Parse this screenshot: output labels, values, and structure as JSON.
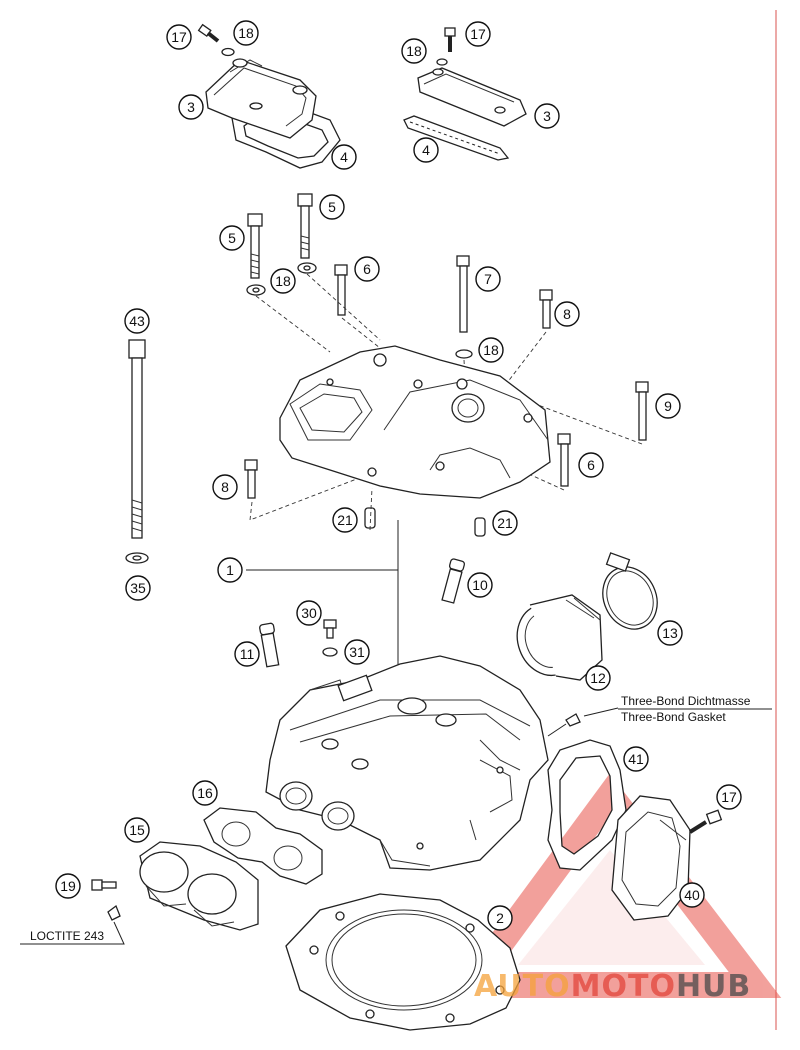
{
  "diagram": {
    "callouts": [
      {
        "id": "c17a",
        "label": "17"
      },
      {
        "id": "c18a",
        "label": "18"
      },
      {
        "id": "c3a",
        "label": "3"
      },
      {
        "id": "c4a",
        "label": "4"
      },
      {
        "id": "c17b",
        "label": "17"
      },
      {
        "id": "c18b",
        "label": "18"
      },
      {
        "id": "c3b",
        "label": "3"
      },
      {
        "id": "c4b",
        "label": "4"
      },
      {
        "id": "c5a",
        "label": "5"
      },
      {
        "id": "c5b",
        "label": "5"
      },
      {
        "id": "c18c",
        "label": "18"
      },
      {
        "id": "c6a",
        "label": "6"
      },
      {
        "id": "c7",
        "label": "7"
      },
      {
        "id": "c8a",
        "label": "8"
      },
      {
        "id": "c18d",
        "label": "18"
      },
      {
        "id": "c43",
        "label": "43"
      },
      {
        "id": "c9",
        "label": "9"
      },
      {
        "id": "c6b",
        "label": "6"
      },
      {
        "id": "c8b",
        "label": "8"
      },
      {
        "id": "c21a",
        "label": "21"
      },
      {
        "id": "c21b",
        "label": "21"
      },
      {
        "id": "c1",
        "label": "1"
      },
      {
        "id": "c10",
        "label": "10"
      },
      {
        "id": "c35",
        "label": "35"
      },
      {
        "id": "c13",
        "label": "13"
      },
      {
        "id": "c30",
        "label": "30"
      },
      {
        "id": "c31",
        "label": "31"
      },
      {
        "id": "c11",
        "label": "11"
      },
      {
        "id": "c12",
        "label": "12"
      },
      {
        "id": "c41",
        "label": "41"
      },
      {
        "id": "c16",
        "label": "16"
      },
      {
        "id": "c17c",
        "label": "17"
      },
      {
        "id": "c15",
        "label": "15"
      },
      {
        "id": "c19",
        "label": "19"
      },
      {
        "id": "c40",
        "label": "40"
      },
      {
        "id": "c2",
        "label": "2"
      }
    ],
    "notes": {
      "threebond_de": "Three-Bond Dichtmasse",
      "threebond_en": "Three-Bond Gasket",
      "loctite": "LOCTITE 243"
    }
  },
  "watermark": {
    "part1": "AUTO",
    "part2": "MOTO",
    "part3": "HUB",
    "color_main": "#f5a23a",
    "color_mid": "#e2463b",
    "color_end": "#4a4a4a",
    "triangle_color": "#e8534a"
  },
  "frame": {
    "border_color": "#d9534f"
  }
}
